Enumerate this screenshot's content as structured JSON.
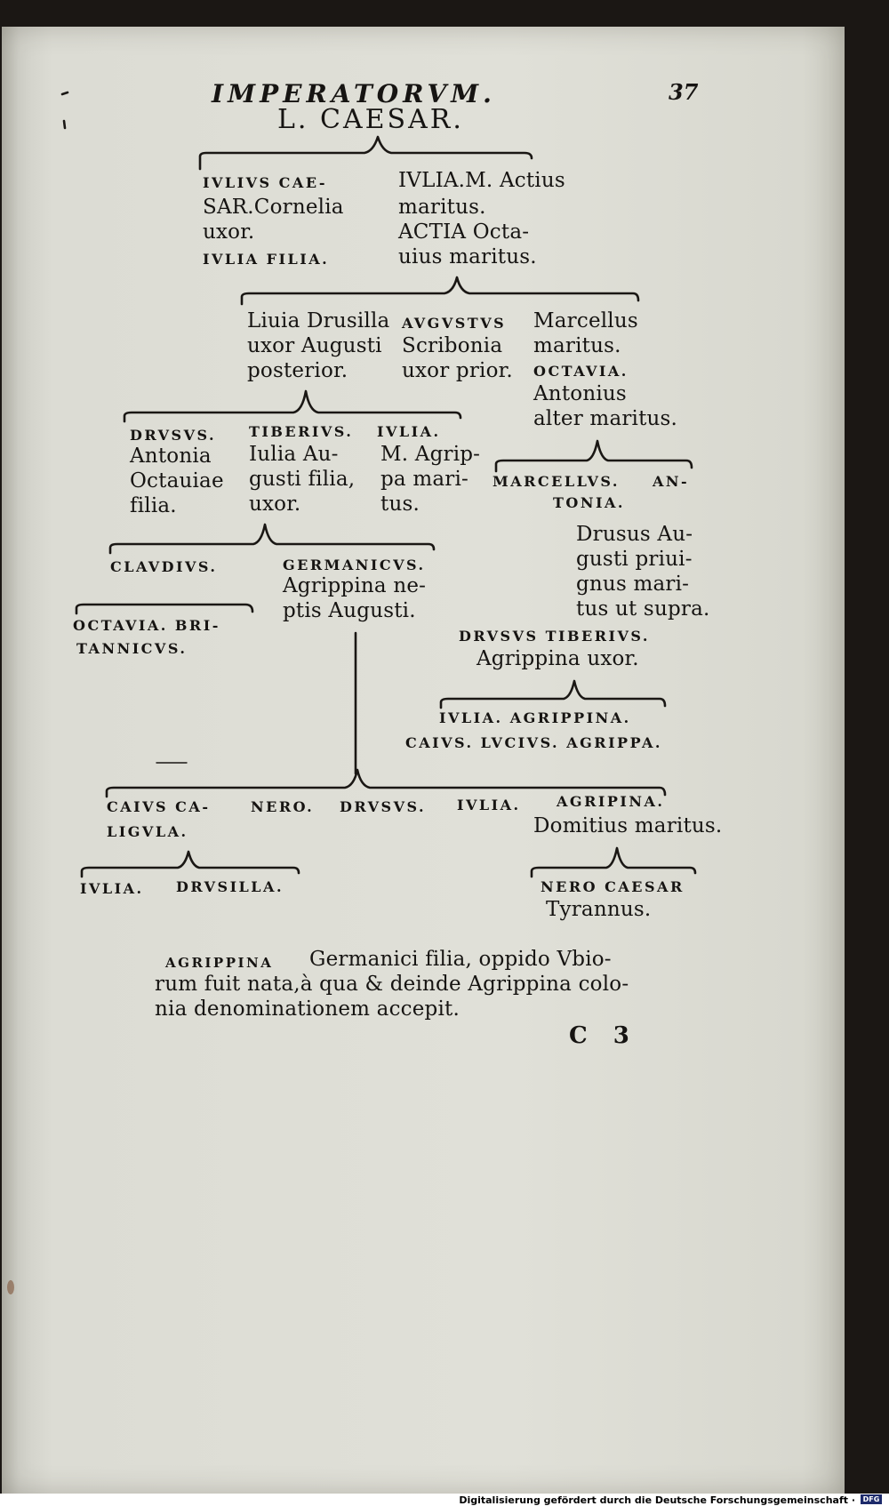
{
  "header": {
    "running_title": "IMPERATORVM.",
    "page_number": "37"
  },
  "genealogy": {
    "root": "L. CAESAR.",
    "g1": {
      "iulius_caesar": [
        "IVLIVS CAE-",
        "SAR.Cornelia",
        "uxor.",
        "IVLIA FILIA."
      ],
      "iulia_m": [
        "IVLIA.M. Actius",
        "maritus.",
        "ACTIA Octa-",
        "uius maritus."
      ]
    },
    "g2": {
      "liuia": [
        "Liuia Drusilla",
        "uxor Augusti",
        "posterior."
      ],
      "augustus": [
        "AVGVSTVS",
        "Scribonia",
        "uxor prior."
      ],
      "marcellus": [
        "Marcellus",
        "maritus.",
        "OCTAVIA.",
        "Antonius",
        "alter maritus."
      ]
    },
    "g3": {
      "drusus": [
        "DRVSVS.",
        "Antonia",
        "Octauiae",
        "filia."
      ],
      "tiberius": [
        "TIBERIVS.",
        "Iulia Au-",
        "gusti filia,",
        "uxor."
      ],
      "iulia": [
        "IVLIA.",
        "M. Agrip-",
        "pa mari-",
        "tus."
      ],
      "marcellus_antonia": [
        "MARCELLVS.",
        "AN-",
        "TONIA."
      ],
      "drusus_note": [
        "Drusus Au-",
        "gusti priui-",
        "gnus mari-",
        "tus ut supra."
      ]
    },
    "g4": {
      "claudius": "CLAVDIVS.",
      "germanicus": [
        "GERMANICVS.",
        "Agrippina ne-",
        "ptis Augusti."
      ],
      "octauia_britannicus": [
        "OCTAVIA. BRI-",
        "TANNICVS."
      ],
      "drusus_tiberius": [
        "DRVSVS TIBERIVS.",
        "Agrippina uxor."
      ],
      "iulia_agrippina": "IVLIA. AGRIPPINA.",
      "caius_lucius": "CAIVS. LVCIVS. AGRIPPA."
    },
    "g5": {
      "caius": [
        "CAIVS CA-",
        "LIGVLA."
      ],
      "nero": "NERO.",
      "drusus": "DRVSVS.",
      "iulia": "IVLIA.",
      "agripina": [
        "AGRIPINA.",
        "Domitius maritus."
      ],
      "iulia_drusilla": [
        "IVLIA.",
        "DRVSILLA."
      ],
      "nero_caesar": [
        "NERO CAESAR",
        "Tyrannus."
      ]
    }
  },
  "note": {
    "lead": "AGRIPPINA",
    "lines": [
      "Germanici filia, oppido Vbio-",
      "rum fuit nata,à qua & deinde Agrippina colo-",
      "nia denominationem accepit."
    ]
  },
  "signature_mark": "C 3",
  "footer": {
    "credit": "Digitalisierung gefördert durch die Deutsche Forschungsgemeinschaft ·",
    "logo": "DFG"
  }
}
